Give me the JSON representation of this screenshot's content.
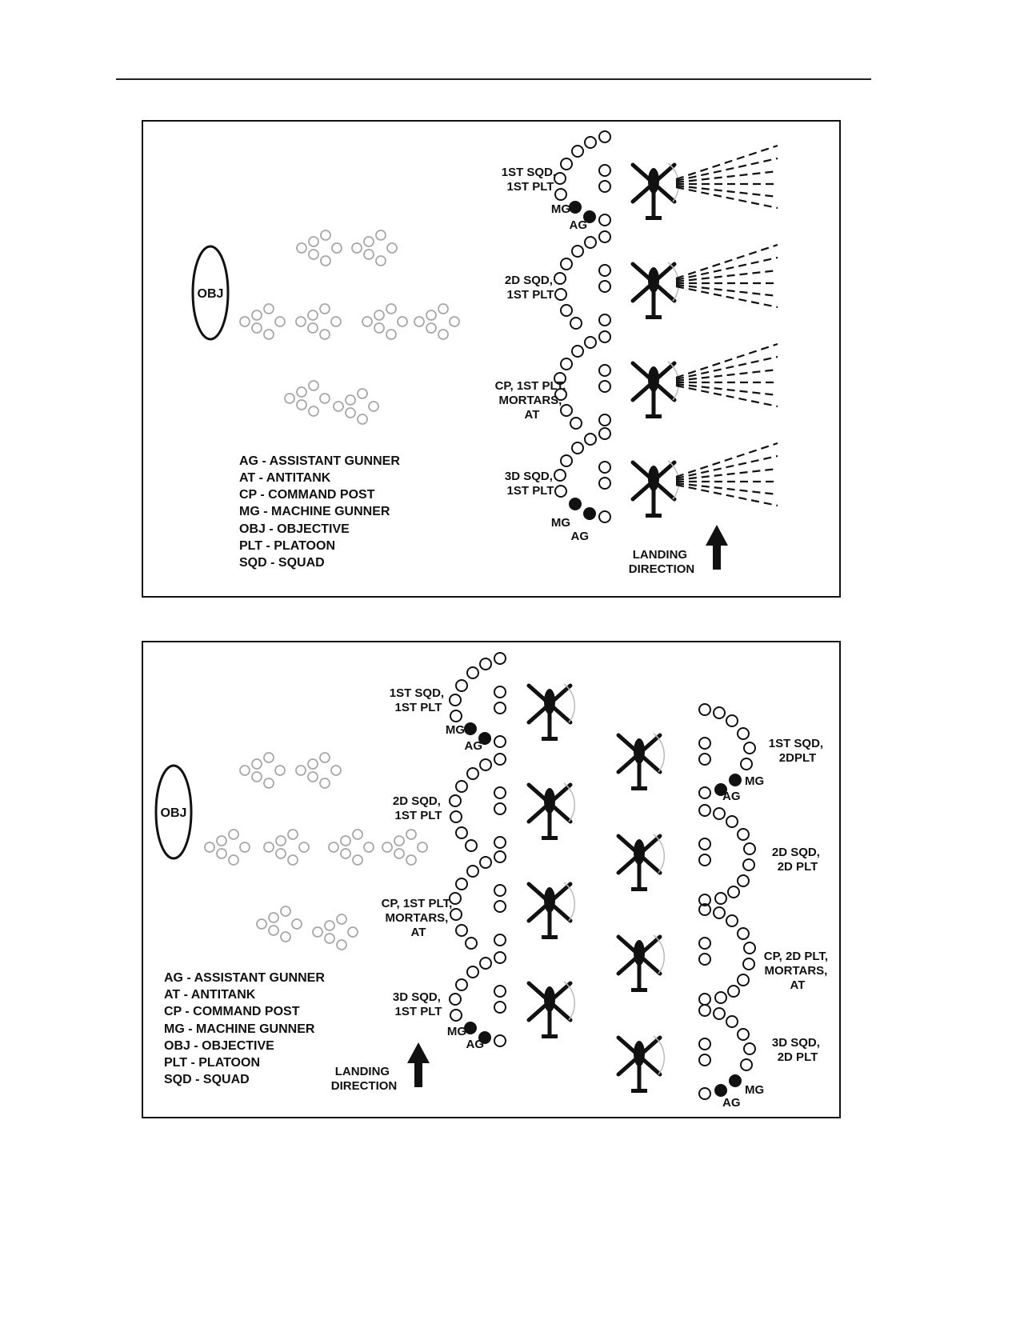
{
  "diagram_a": {
    "objective_label": "OBJ",
    "unit_labels": [
      [
        "1ST SQD,",
        "1ST PLT"
      ],
      [
        "2D SQD,",
        "1ST PLT"
      ],
      [
        "CP, 1ST PLT,",
        "MORTARS,",
        "AT"
      ],
      [
        "3D SQD,",
        "1ST PLT"
      ]
    ],
    "mg_label": "MG",
    "ag_label": "AG",
    "landing_direction": [
      "LANDING",
      "DIRECTION"
    ],
    "legend": [
      "AG - ASSISTANT GUNNER",
      "AT - ANTITANK",
      "CP - COMMAND POST",
      "MG - MACHINE GUNNER",
      "OBJ - OBJECTIVE",
      "PLT - PLATOON",
      "SQD - SQUAD"
    ]
  },
  "diagram_b": {
    "objective_label": "OBJ",
    "left_unit_labels": [
      [
        "1ST SQD,",
        "1ST PLT"
      ],
      [
        "2D SQD,",
        "1ST PLT"
      ],
      [
        "CP, 1ST PLT,",
        "MORTARS,",
        "AT"
      ],
      [
        "3D SQD,",
        "1ST PLT"
      ]
    ],
    "right_unit_labels": [
      [
        "1ST SQD,",
        "2DPLT"
      ],
      [
        "2D SQD,",
        "2D PLT"
      ],
      [
        "CP, 2D PLT,",
        "MORTARS,",
        "AT"
      ],
      [
        "3D SQD,",
        "2D PLT"
      ]
    ],
    "mg_label": "MG",
    "ag_label": "AG",
    "landing_direction": [
      "LANDING",
      "DIRECTION"
    ],
    "legend": [
      "AG - ASSISTANT GUNNER",
      "AT - ANTITANK",
      "CP - COMMAND POST",
      "MG - MACHINE GUNNER",
      "OBJ - OBJECTIVE",
      "PLT - PLATOON",
      "SQD - SQUAD"
    ]
  },
  "colors": {
    "ink": "#111111",
    "faded": "#a8a8a8",
    "rotor_arc": "#bbbbbb"
  }
}
